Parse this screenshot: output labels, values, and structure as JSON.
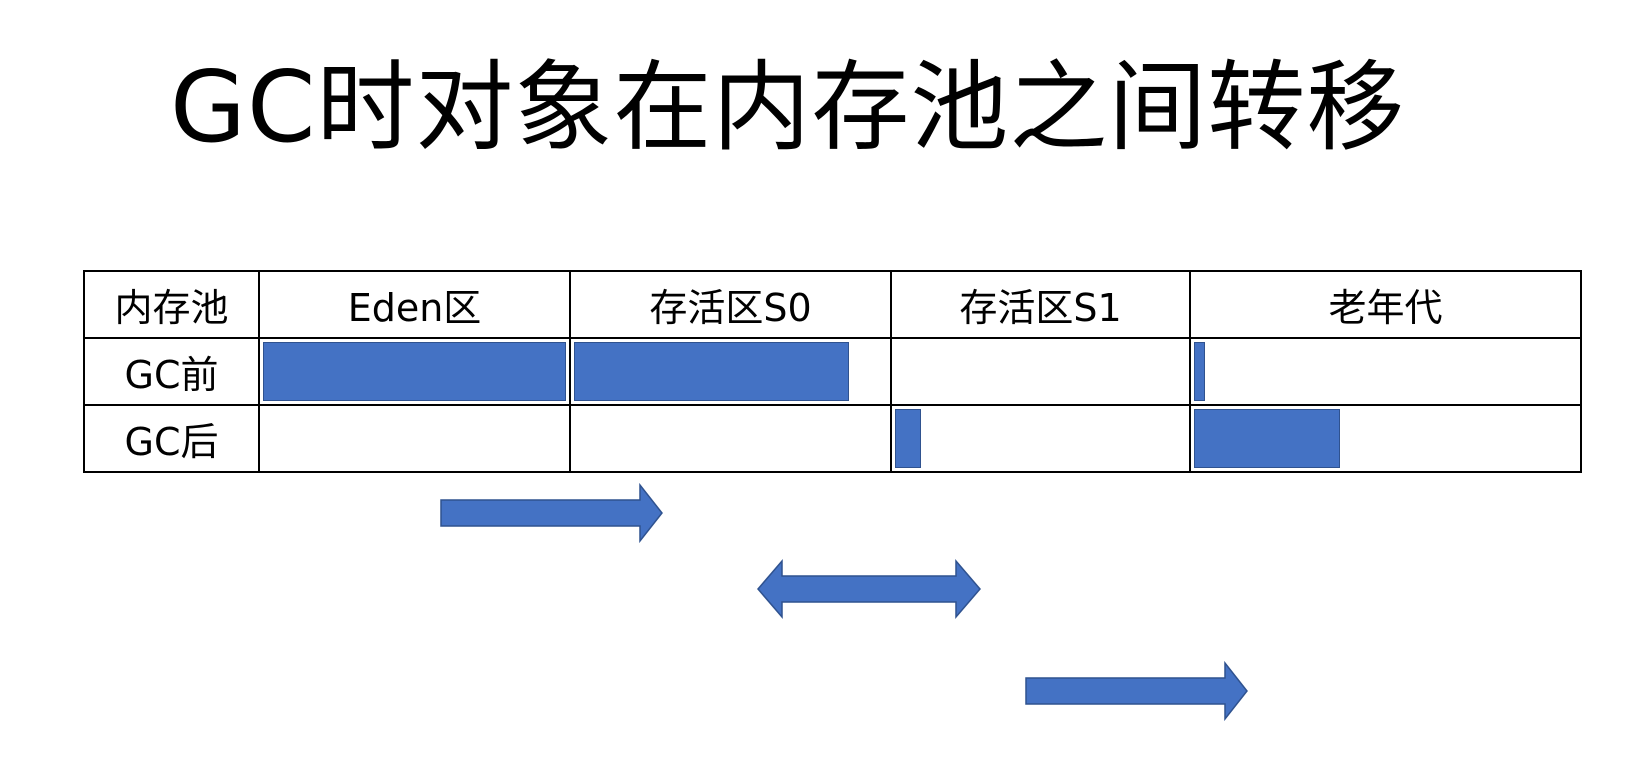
{
  "title": "GC时对象在内存池之间转移",
  "table": {
    "header": [
      "内存池",
      "Eden区",
      "存活区S0",
      "存活区S1",
      "老年代"
    ],
    "rows": [
      {
        "label": "GC前",
        "fill": {
          "eden": 1.0,
          "s0": 0.88,
          "s1": 0.0,
          "old": 0.03
        }
      },
      {
        "label": "GC后",
        "fill": {
          "eden": 0.0,
          "s0": 0.0,
          "s1": 0.09,
          "old": 0.38
        }
      }
    ]
  },
  "colors": {
    "fill": "#4472c4",
    "fill_border": "#2f528f",
    "grid": "#000000"
  },
  "arrows": [
    {
      "name": "eden-to-s0-arrow",
      "direction": "right"
    },
    {
      "name": "s0-s1-swap-arrow",
      "direction": "both"
    },
    {
      "name": "s1-to-old-arrow",
      "direction": "right"
    }
  ]
}
